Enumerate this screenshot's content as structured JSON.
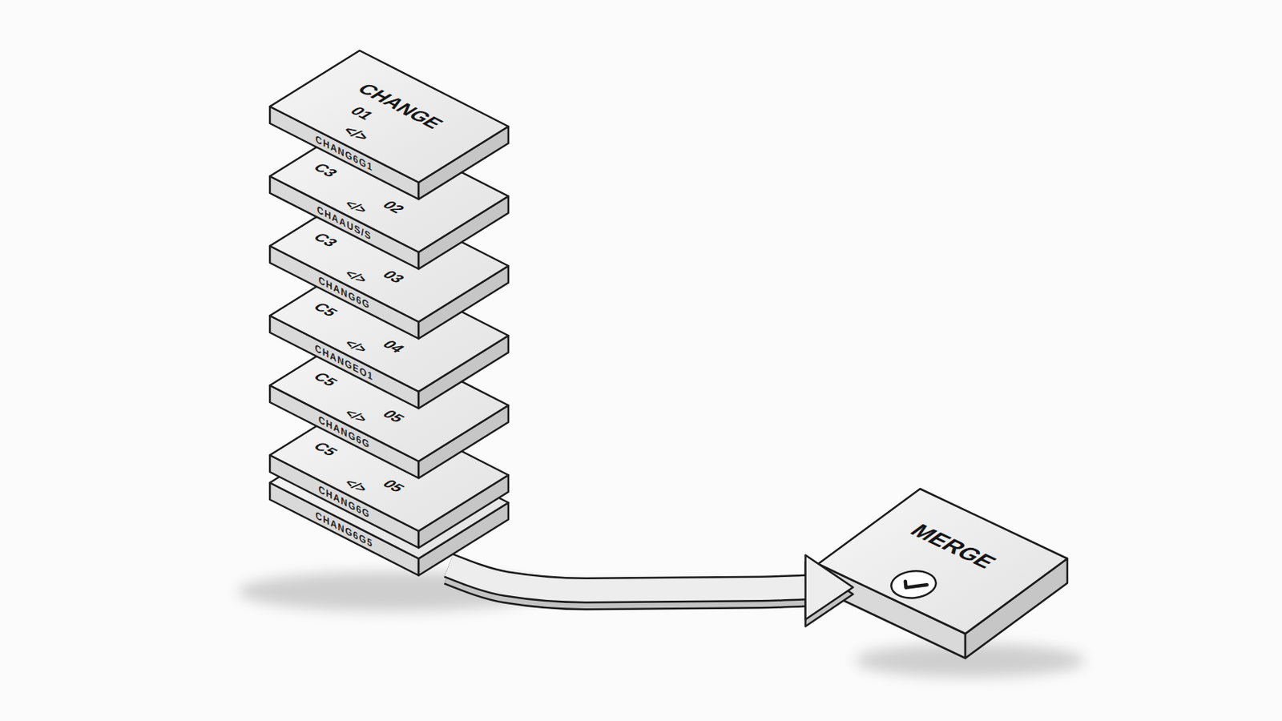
{
  "diagram": {
    "nodes": [
      {
        "text": [
          "CHANGE",
          "01",
          "</>"
        ]
      },
      {
        "text": [
          "C3",
          "02",
          "</>"
        ]
      },
      {
        "text": [
          "C3",
          "03",
          "</>"
        ]
      },
      {
        "text": [
          "C5",
          "04",
          "</>"
        ]
      },
      {
        "text": [
          "C5",
          "05",
          "</>"
        ]
      },
      {
        "text": [
          "C5",
          "05",
          "</>"
        ]
      },
      {
        "text": [
          "MERGE"
        ]
      }
    ],
    "edges": [
      {
        "from": 5,
        "to": 6,
        "arrow": "to"
      }
    ],
    "labels": [
      "CHANG6G1",
      "CHAAUS/S",
      "CHANG6G",
      "CHANGEO1",
      "CHANG6G",
      "CHANG6G",
      "CHANG6G5"
    ]
  }
}
